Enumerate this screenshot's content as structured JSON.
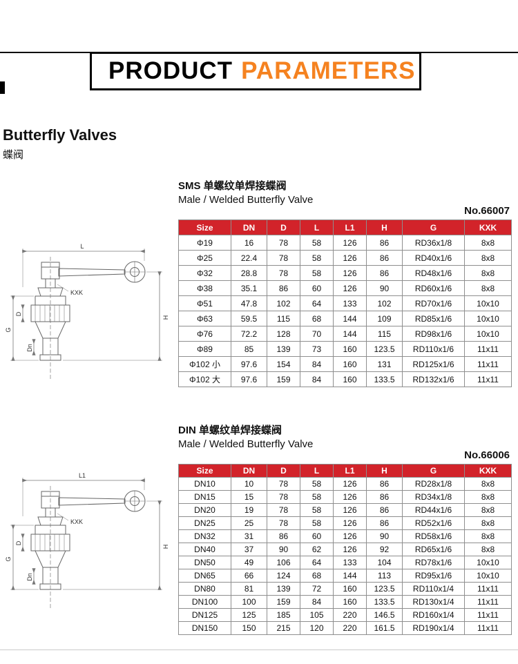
{
  "header": {
    "title_black": "PRODUCT",
    "title_orange": "PARAMETERS",
    "accent_orange": "#F58220",
    "table_header_red": "#D2232A"
  },
  "product": {
    "title_en": "Butterfly Valves",
    "title_cn": "蝶阀"
  },
  "sections": [
    {
      "heading_cn": "SMS 单螺纹单焊接蝶阀",
      "heading_en": "Male / Welded Butterfly Valve",
      "model_no": "No.66007",
      "table": {
        "headers": [
          "Size",
          "DN",
          "D",
          "L",
          "L1",
          "H",
          "G",
          "KXK"
        ],
        "rows": [
          [
            "Φ19",
            "16",
            "78",
            "58",
            "126",
            "86",
            "RD36x1/8",
            "8x8"
          ],
          [
            "Φ25",
            "22.4",
            "78",
            "58",
            "126",
            "86",
            "RD40x1/6",
            "8x8"
          ],
          [
            "Φ32",
            "28.8",
            "78",
            "58",
            "126",
            "86",
            "RD48x1/6",
            "8x8"
          ],
          [
            "Φ38",
            "35.1",
            "86",
            "60",
            "126",
            "90",
            "RD60x1/6",
            "8x8"
          ],
          [
            "Φ51",
            "47.8",
            "102",
            "64",
            "133",
            "102",
            "RD70x1/6",
            "10x10"
          ],
          [
            "Φ63",
            "59.5",
            "115",
            "68",
            "144",
            "109",
            "RD85x1/6",
            "10x10"
          ],
          [
            "Φ76",
            "72.2",
            "128",
            "70",
            "144",
            "115",
            "RD98x1/6",
            "10x10"
          ],
          [
            "Φ89",
            "85",
            "139",
            "73",
            "160",
            "123.5",
            "RD110x1/6",
            "11x11"
          ],
          [
            "Φ102 小",
            "97.6",
            "154",
            "84",
            "160",
            "131",
            "RD125x1/6",
            "11x11"
          ],
          [
            "Φ102 大",
            "97.6",
            "159",
            "84",
            "160",
            "133.5",
            "RD132x1/6",
            "11x11"
          ]
        ]
      }
    },
    {
      "heading_cn": "DIN 单螺纹单焊接蝶阀",
      "heading_en": "Male / Welded Butterfly Valve",
      "model_no": "No.66006",
      "table": {
        "headers": [
          "Size",
          "DN",
          "D",
          "L",
          "L1",
          "H",
          "G",
          "KXK"
        ],
        "rows": [
          [
            "DN10",
            "10",
            "78",
            "58",
            "126",
            "86",
            "RD28x1/8",
            "8x8"
          ],
          [
            "DN15",
            "15",
            "78",
            "58",
            "126",
            "86",
            "RD34x1/8",
            "8x8"
          ],
          [
            "DN20",
            "19",
            "78",
            "58",
            "126",
            "86",
            "RD44x1/6",
            "8x8"
          ],
          [
            "DN25",
            "25",
            "78",
            "58",
            "126",
            "86",
            "RD52x1/6",
            "8x8"
          ],
          [
            "DN32",
            "31",
            "86",
            "60",
            "126",
            "90",
            "RD58x1/6",
            "8x8"
          ],
          [
            "DN40",
            "37",
            "90",
            "62",
            "126",
            "92",
            "RD65x1/6",
            "8x8"
          ],
          [
            "DN50",
            "49",
            "106",
            "64",
            "133",
            "104",
            "RD78x1/6",
            "10x10"
          ],
          [
            "DN65",
            "66",
            "124",
            "68",
            "144",
            "113",
            "RD95x1/6",
            "10x10"
          ],
          [
            "DN80",
            "81",
            "139",
            "72",
            "160",
            "123.5",
            "RD110x1/4",
            "11x11"
          ],
          [
            "DN100",
            "100",
            "159",
            "84",
            "160",
            "133.5",
            "RD130x1/4",
            "11x11"
          ],
          [
            "DN125",
            "125",
            "185",
            "105",
            "220",
            "146.5",
            "RD160x1/4",
            "11x11"
          ],
          [
            "DN150",
            "150",
            "215",
            "120",
            "220",
            "161.5",
            "RD190x1/4",
            "11x11"
          ]
        ]
      }
    }
  ],
  "drawings": [
    {
      "dim_top": "L",
      "dim_kxk": "KXK",
      "dim_h": "H",
      "dim_d": "D",
      "dim_g": "G",
      "dim_dn": "Dn"
    },
    {
      "dim_top": "L1",
      "dim_kxk": "KXK",
      "dim_h": "H",
      "dim_d": "D",
      "dim_g": "G",
      "dim_dn": "Dn"
    }
  ]
}
